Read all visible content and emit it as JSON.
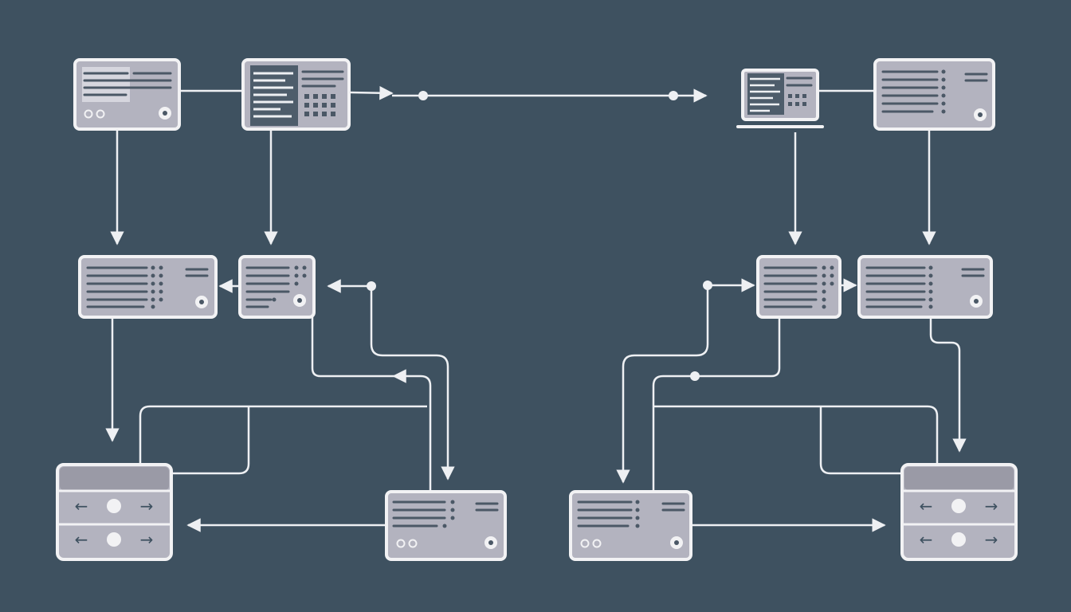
{
  "diagram": {
    "background": "#3e5160",
    "node_fill": "#b3b3bf",
    "node_border": "#f2f2f4",
    "wire_color": "#eef0f3",
    "nodes": [
      {
        "id": "n1",
        "kind": "server-icon"
      },
      {
        "id": "n2",
        "kind": "server-icon"
      },
      {
        "id": "n3",
        "kind": "laptop-icon"
      },
      {
        "id": "n4",
        "kind": "server-icon"
      },
      {
        "id": "n5",
        "kind": "server-icon"
      },
      {
        "id": "n6",
        "kind": "server-icon"
      },
      {
        "id": "n7",
        "kind": "server-icon"
      },
      {
        "id": "n8",
        "kind": "server-icon"
      },
      {
        "id": "n9",
        "kind": "network-switch-icon"
      },
      {
        "id": "n10",
        "kind": "server-icon"
      },
      {
        "id": "n11",
        "kind": "server-icon"
      },
      {
        "id": "n12",
        "kind": "network-switch-icon"
      }
    ]
  }
}
